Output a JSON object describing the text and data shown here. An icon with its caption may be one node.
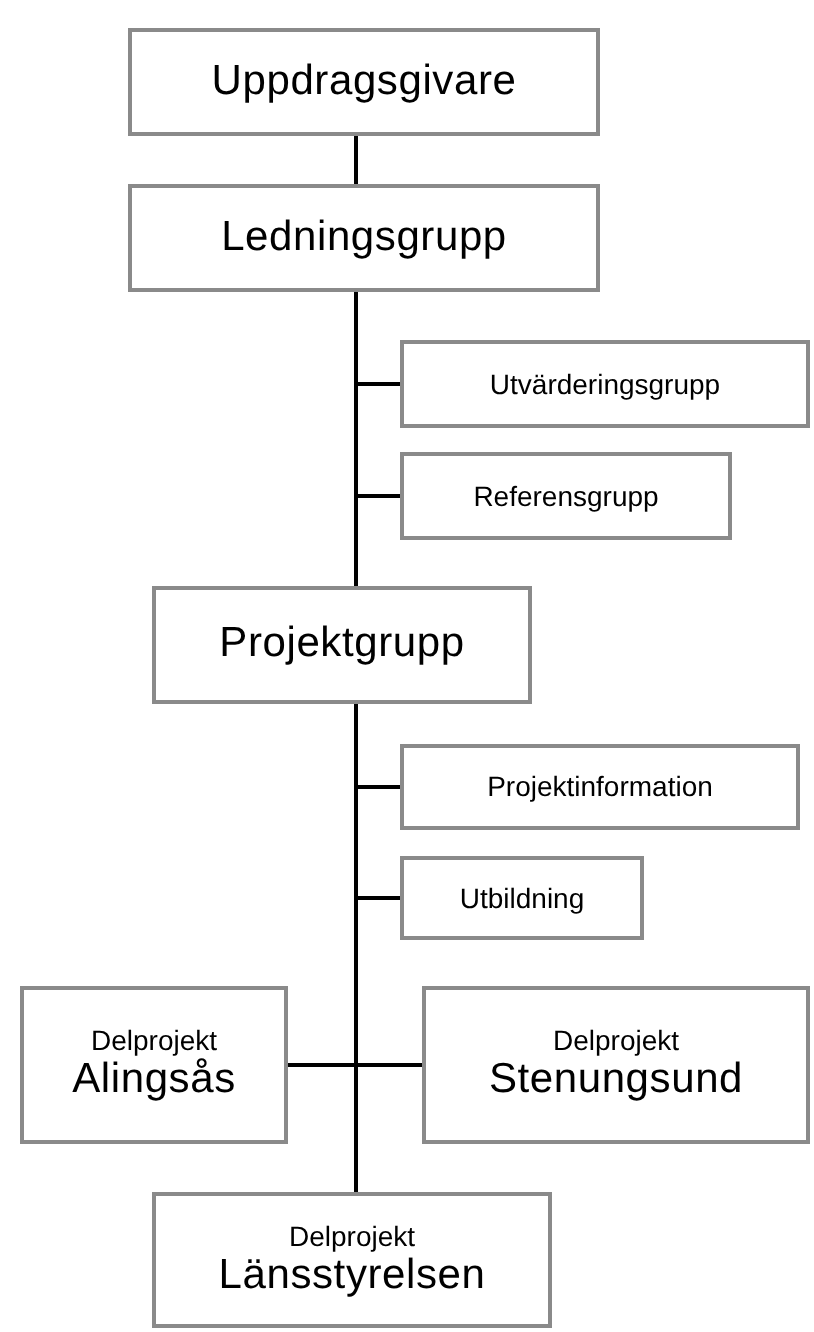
{
  "diagram": {
    "nodes": [
      {
        "text": [
          "Uppdragsgivare"
        ]
      },
      {
        "text": [
          "Ledningsgrupp"
        ]
      },
      {
        "text": [
          "Utvärderingsgrupp"
        ]
      },
      {
        "text": [
          "Referensgrupp"
        ]
      },
      {
        "text": [
          "Projektgrupp"
        ]
      },
      {
        "text": [
          "Projektinformation"
        ]
      },
      {
        "text": [
          "Utbildning"
        ]
      },
      {
        "text": [
          "Delprojekt",
          "Alingsås"
        ]
      },
      {
        "text": [
          "Delprojekt",
          "Stenungsund"
        ]
      },
      {
        "text": [
          "Delprojekt",
          "Länsstyrelsen"
        ]
      }
    ],
    "edges": [
      {
        "from": 0,
        "to": 1,
        "arrow": "none"
      },
      {
        "from": 1,
        "to": 2,
        "arrow": "none"
      },
      {
        "from": 1,
        "to": 3,
        "arrow": "none"
      },
      {
        "from": 1,
        "to": 4,
        "arrow": "none"
      },
      {
        "from": 4,
        "to": 5,
        "arrow": "none"
      },
      {
        "from": 4,
        "to": 6,
        "arrow": "none"
      },
      {
        "from": 4,
        "to": 7,
        "arrow": "none"
      },
      {
        "from": 4,
        "to": 8,
        "arrow": "none"
      },
      {
        "from": 4,
        "to": 9,
        "arrow": "none"
      }
    ]
  }
}
